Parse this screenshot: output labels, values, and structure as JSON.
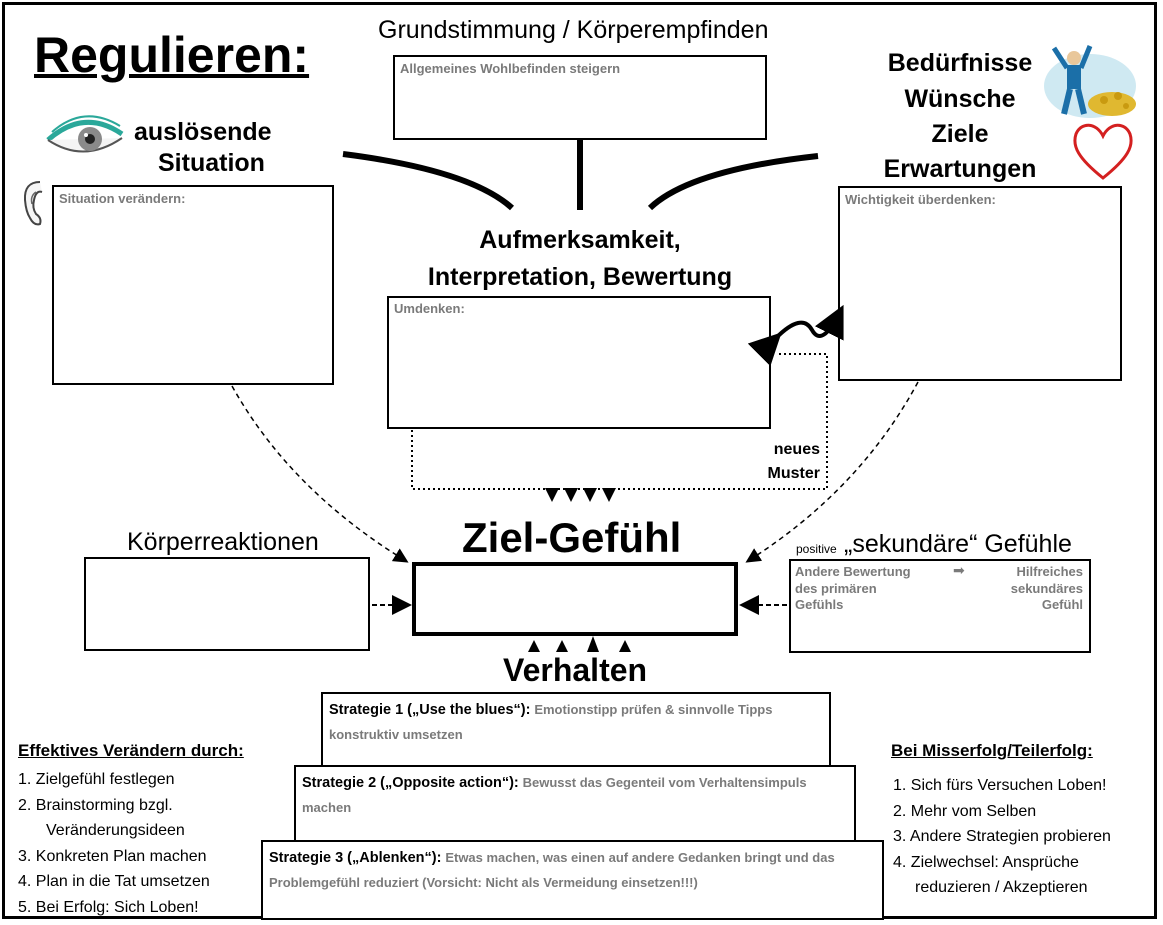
{
  "title": "Regulieren:",
  "grundstimmung": {
    "header": "Grundstimmung / Körperempfinden",
    "box_label": "Allgemeines Wohlbefinden steigern"
  },
  "situation": {
    "header_line1": "auslösende",
    "header_line2": "Situation",
    "box_label": "Situation verändern:"
  },
  "beduerfnisse": {
    "line1": "Bedürfnisse",
    "line2": "Wünsche",
    "line3": "Ziele",
    "line4": "Erwartungen",
    "box_label": "Wichtigkeit überdenken:"
  },
  "aufmerksamkeit": {
    "line1": "Aufmerksamkeit,",
    "line2": "Interpretation, Bewertung",
    "box_label": "Umdenken:"
  },
  "neues_muster": {
    "line1": "neues",
    "line2": "Muster"
  },
  "ziel_gefuehl": {
    "header": "Ziel-Gefühl"
  },
  "koerperreaktionen": {
    "header": "Körperreaktionen"
  },
  "sekundaere": {
    "prefix": "positive",
    "header": "„sekundäre“ Gefühle",
    "left_l1": "Andere Bewertung",
    "left_l2": "des primären",
    "left_l3": "Gefühls",
    "right_l1": "Hilfreiches",
    "right_l2": "sekundäres",
    "right_l3": "Gefühl"
  },
  "verhalten": {
    "header": "Verhalten"
  },
  "strategies": [
    {
      "label": "Strategie 1 („Use the blues“):",
      "text": "Emotionstipp prüfen & sinnvolle Tipps  konstruktiv umsetzen"
    },
    {
      "label": "Strategie 2 („Opposite action“):",
      "text": "Bewusst das Gegenteil vom Verhaltensimpuls machen"
    },
    {
      "label": "Strategie 3 („Ablenken“):",
      "text": "Etwas machen, was einen auf andere Gedanken bringt und das Problemgefühl reduziert (Vorsicht: Nicht als Vermeidung einsetzen!!!)"
    }
  ],
  "effektiv": {
    "header": "Effektives Verändern durch:",
    "items": [
      "1. Zielgefühl festlegen",
      "2. Brainstorming bzgl.",
      "Veränderungsideen",
      "3. Konkreten Plan machen",
      "4. Plan in die Tat umsetzen",
      "5. Bei Erfolg: Sich Loben!"
    ]
  },
  "misserfolg": {
    "header": "Bei Misserfolg/Teilerfolg:",
    "items": [
      "1. Sich fürs Versuchen Loben!",
      "2. Mehr vom Selben",
      "3. Andere Strategien probieren",
      "4. Zielwechsel: Ansprüche",
      "reduzieren / Akzeptieren"
    ]
  },
  "icons": {
    "eye": "eye-icon",
    "ear": "ear-icon",
    "heart": "heart-icon",
    "treasure": "treasure-person-icon",
    "arrow": "right-arrow-icon"
  },
  "colors": {
    "label_gray": "#7a7a7a",
    "heart_red": "#d42020",
    "eye_teal": "#2aa89a"
  }
}
